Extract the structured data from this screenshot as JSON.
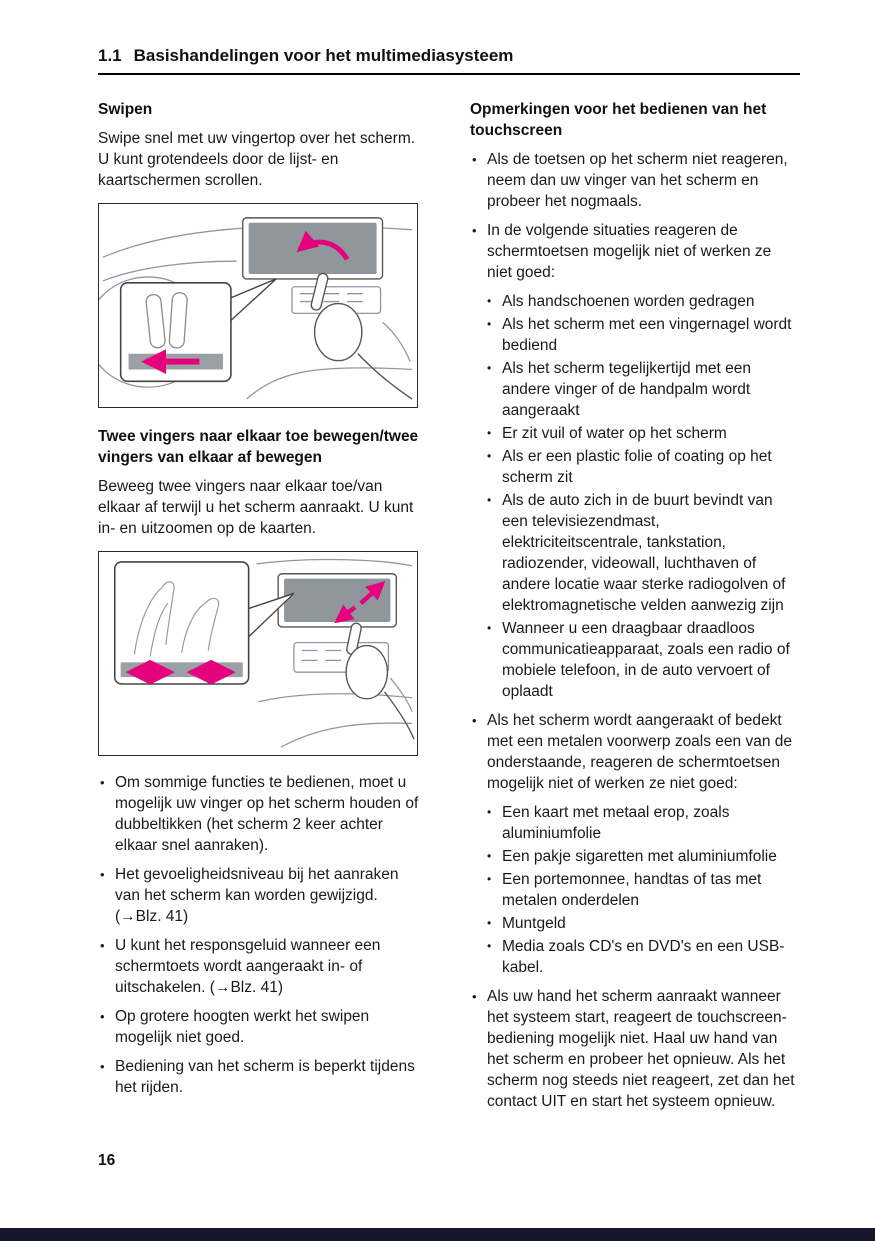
{
  "header": {
    "number": "1.1",
    "title": "Basishandelingen voor het multimediasysteem"
  },
  "left": {
    "swipe": {
      "heading": "Swipen",
      "body": "Swipe snel met uw vingertop over het scherm. U kunt grotendeels door de lijst- en kaartschermen scrollen."
    },
    "pinch": {
      "heading": "Twee vingers naar elkaar toe bewegen/twee vingers van elkaar af bewegen",
      "body": "Beweeg twee vingers naar elkaar toe/van elkaar af terwijl u het scherm aanraakt. U kunt in- en uitzoomen op de kaarten."
    },
    "figures": {
      "figure1": "swipe-gesture-illustration",
      "figure2": "pinch-zoom-gesture-illustration"
    },
    "bullets": [
      "Om sommige functies te bedienen, moet u mogelijk uw vinger op het scherm houden of dubbeltikken (het scherm 2 keer achter elkaar snel aanraken).",
      "Het gevoeligheidsniveau bij het aanraken van het scherm kan worden gewijzigd. (→Blz. 41)",
      "U kunt het responsgeluid wanneer een schermtoets wordt aangeraakt in- of uitschakelen. (→Blz. 41)",
      "Op grotere hoogten werkt het swipen mogelijk niet goed.",
      "Bediening van het scherm is beperkt tijdens het rijden."
    ]
  },
  "right": {
    "heading": "Opmerkingen voor het bedienen van het touchscreen",
    "items": [
      {
        "text": "Als de toetsen op het scherm niet reageren, neem dan uw vinger van het scherm en probeer het nogmaals."
      },
      {
        "text": "In de volgende situaties reageren de schermtoetsen mogelijk niet of werken ze niet goed:",
        "sub": [
          "Als handschoenen worden gedragen",
          "Als het scherm met een vingernagel wordt bediend",
          "Als het scherm tegelijkertijd met een andere vinger of de handpalm wordt aangeraakt",
          "Er zit vuil of water op het scherm",
          "Als er een plastic folie of coating op het scherm zit",
          "Als de auto zich in de buurt bevindt van een televisiezendmast, elektriciteitscentrale, tankstation, radiozender, videowall, luchthaven of andere locatie waar sterke radiogolven of elektromagnetische velden aanwezig zijn",
          "Wanneer u een draagbaar draadloos communicatieapparaat, zoals een radio of mobiele telefoon, in de auto vervoert of oplaadt"
        ]
      },
      {
        "text": "Als het scherm wordt aangeraakt of bedekt met een metalen voorwerp zoals een van de onderstaande, reageren de schermtoetsen mogelijk niet of werken ze niet goed:",
        "sub": [
          "Een kaart met metaal erop, zoals aluminiumfolie",
          "Een pakje sigaretten met aluminiumfolie",
          "Een portemonnee, handtas of tas met metalen onderdelen",
          "Muntgeld",
          "Media zoals CD's en DVD's en een USB-kabel."
        ]
      },
      {
        "text": "Als uw hand het scherm aanraakt wanneer het systeem start, reageert de touchscreen-bediening mogelijk niet. Haal uw hand van het scherm en probeer het opnieuw. Als het scherm nog steeds niet reageert, zet dan het contact UIT en start het systeem opnieuw."
      }
    ]
  },
  "footer": {
    "page_number": "16"
  },
  "colors": {
    "accent_magenta": "#e5007d",
    "footer_bar": "#15152e",
    "screen_gray": "#8f969c"
  }
}
